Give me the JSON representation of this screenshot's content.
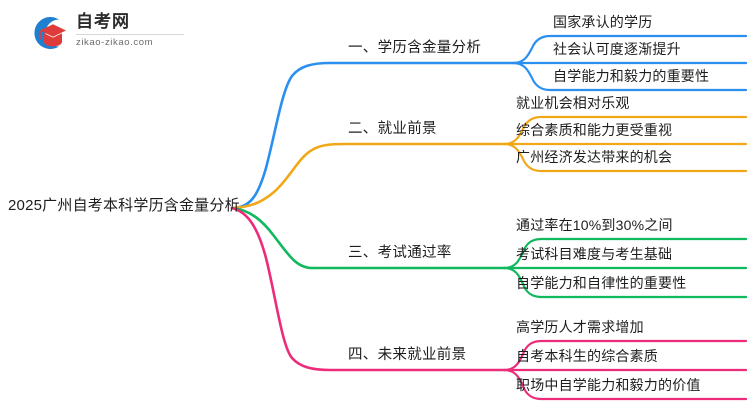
{
  "logo": {
    "title": "自考网",
    "domain": "zikao-zikao.com",
    "mark_icon": "graduation-cap-icon",
    "arc_color": "#1f7fd0",
    "cap_color": "#e03b3b"
  },
  "mindmap": {
    "root": {
      "label": "2025广州自考本科学历含金量分析"
    },
    "branches": [
      {
        "label": "一、学历含金量分析",
        "color": "#2b8ff0",
        "children": [
          {
            "label": "国家承认的学历"
          },
          {
            "label": "社会认可度逐渐提升"
          },
          {
            "label": "自学能力和毅力的重要性"
          }
        ]
      },
      {
        "label": "二、就业前景",
        "color": "#f0a818",
        "children": [
          {
            "label": "就业机会相对乐观"
          },
          {
            "label": "综合素质和能力更受重视"
          },
          {
            "label": "广州经济发达带来的机会"
          }
        ]
      },
      {
        "label": "三、考试通过率",
        "color": "#10b95e",
        "children": [
          {
            "label": "通过率在10%到30%之间"
          },
          {
            "label": "考试科目难度与考生基础"
          },
          {
            "label": "自学能力和自律性的重要性"
          }
        ]
      },
      {
        "label": "四、未来就业前景",
        "color": "#ec2c7a",
        "children": [
          {
            "label": "高学历人才需求增加"
          },
          {
            "label": "自考本科生的综合素质"
          },
          {
            "label": "职场中自学能力和毅力的价值"
          }
        ]
      }
    ]
  }
}
